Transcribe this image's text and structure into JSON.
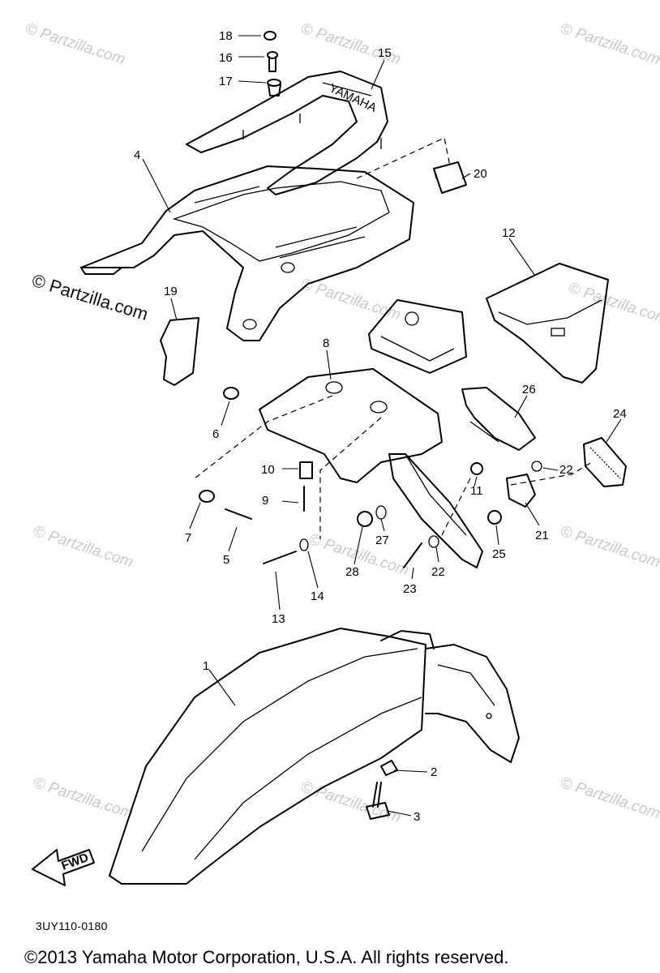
{
  "diagram": {
    "callouts": {
      "p1": "1",
      "p2": "2",
      "p3": "3",
      "p4": "4",
      "p5": "5",
      "p6": "6",
      "p7": "7",
      "p8": "8",
      "p9": "9",
      "p10": "10",
      "p11": "11",
      "p12": "12",
      "p13": "13",
      "p14": "14",
      "p15": "15",
      "p16": "16",
      "p17": "17",
      "p18": "18",
      "p19": "19",
      "p20": "20",
      "p21": "21",
      "p22a": "22",
      "p22b": "22",
      "p23": "23",
      "p24": "24",
      "p25": "25",
      "p26": "26",
      "p27": "27",
      "p28": "28"
    },
    "fwd_label": "FWD",
    "diagram_code": "3UY110-0180",
    "watermark": "© Partzilla.com",
    "watermark_main": "© Partzilla.com",
    "copyright": "©2013 Yamaha Motor Corporation, U.S.A. All rights reserved."
  }
}
